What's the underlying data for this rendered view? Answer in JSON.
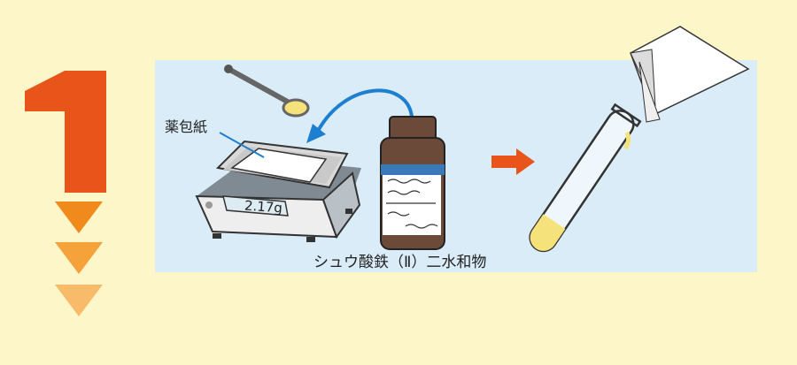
{
  "step": {
    "number": "1"
  },
  "labels": {
    "paper": "薬包紙",
    "reagent": "シュウ酸鉄（Ⅱ）二水和物",
    "balance_display": "2.17g"
  },
  "colors": {
    "background": "#fdf6c8",
    "panel": "#d9ecf7",
    "step_number": "#e8541a",
    "arrow_1": "#f08a1c",
    "arrow_2": "#f5a23a",
    "arrow_3": "#f8bb6a",
    "process_arrow": "#e8541a",
    "transfer_arrow": "#1d7fd0",
    "powder": "#f6e27a",
    "bottle": "#6b4a3a",
    "bottle_band": "#3a78b8"
  },
  "icons": [
    "step-down-arrow-icon",
    "transfer-arrow-icon",
    "process-arrow-icon"
  ]
}
